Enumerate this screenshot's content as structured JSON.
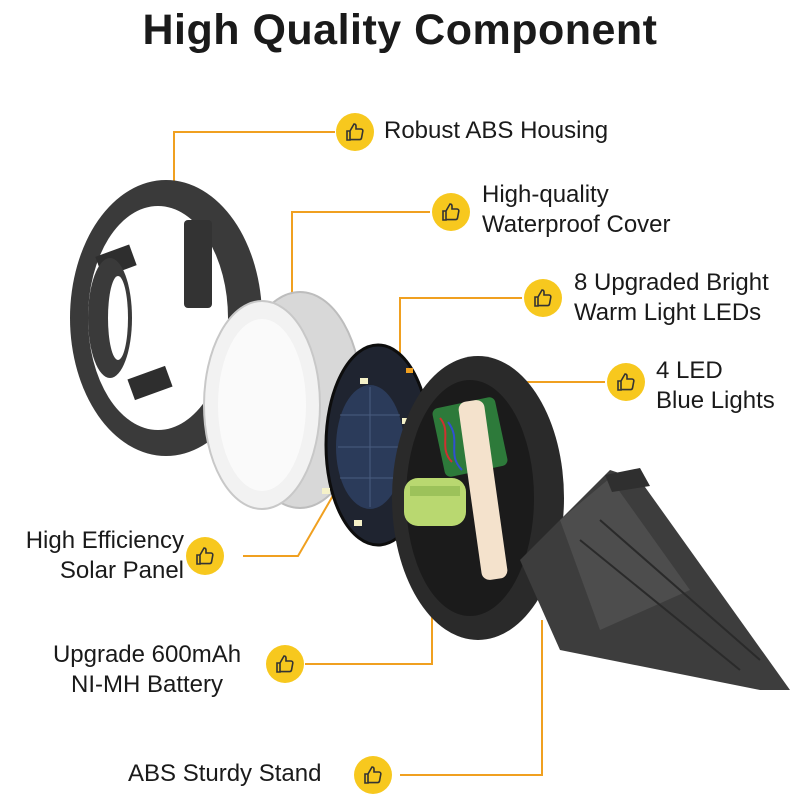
{
  "title": "High Quality Component",
  "accent_color": "#f0a020",
  "badge_color": "#f7c81e",
  "icon": "thumbs-up-icon",
  "callouts": [
    {
      "id": "housing",
      "lines": [
        "Robust ABS Housing"
      ]
    },
    {
      "id": "cover",
      "lines": [
        "High-quality",
        "Waterproof Cover"
      ]
    },
    {
      "id": "leds",
      "lines": [
        "8 Upgraded Bright",
        "Warm Light LEDs"
      ]
    },
    {
      "id": "blue",
      "lines": [
        "4 LED",
        "Blue Lights"
      ]
    },
    {
      "id": "solar",
      "lines": [
        "High Efficiency",
        "Solar Panel"
      ]
    },
    {
      "id": "battery",
      "lines": [
        "Upgrade 600mAh",
        "NI-MH Battery"
      ]
    },
    {
      "id": "stand",
      "lines": [
        "ABS Sturdy Stand"
      ]
    }
  ]
}
